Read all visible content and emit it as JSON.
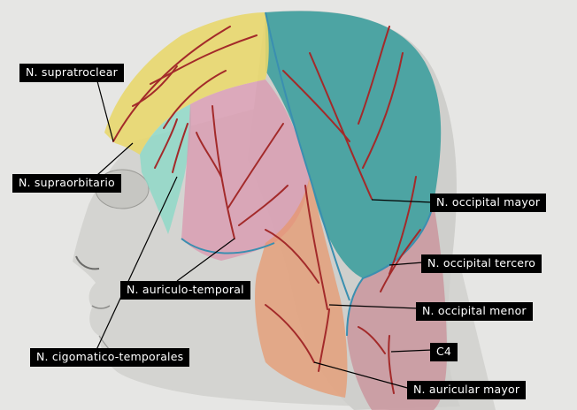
{
  "labels": {
    "supratroclear": "N. supratroclear",
    "supraorbitario": "N. supraorbitario",
    "auriculo_temporal": "N. auriculo-temporal",
    "cigomatico_temporales": "N. cigomatico-temporales",
    "occipital_mayor": "N. occipital mayor",
    "occipital_tercero": "N. occipital tercero",
    "occipital_menor": "N. occipital menor",
    "c4": "C4",
    "auricular_mayor": "N. auricular mayor"
  },
  "colors": {
    "background": "#e6e6e4",
    "supratroclear_region": "#e8d76a",
    "supraorbitario_region": "#8fd8c8",
    "auriculo_temporal_region": "#d99ab0",
    "occipital_mayor_region": "#2f9a9a",
    "occipital_tercero_region": "#c98a94",
    "occipital_menor_region": "#e8966a",
    "auricular_mayor_region": "#e39a7a",
    "nerve": "#a32a2a",
    "outline": "#3a8fb0"
  }
}
